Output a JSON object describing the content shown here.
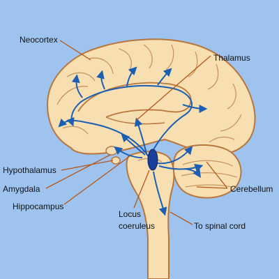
{
  "colors": {
    "background": "#9ec3ee",
    "brain_fill": "#f8dfb2",
    "brain_outline": "#b8753c",
    "pathway": "#1a5fb4",
    "locus_coeruleus": "#1a3f9a",
    "leader_line": "#b5561b"
  },
  "labels": {
    "neocortex": "Neocortex",
    "thalamus": "Thalamus",
    "hypothalamus": "Hypothalamus",
    "amygdala": "Amygdala",
    "hippocampus": "Hippocampus",
    "locus_coeruleus_1": "Locus",
    "locus_coeruleus_2": "coeruleus",
    "cerebellum": "Cerebellum",
    "spinal_cord": "To spinal cord"
  }
}
